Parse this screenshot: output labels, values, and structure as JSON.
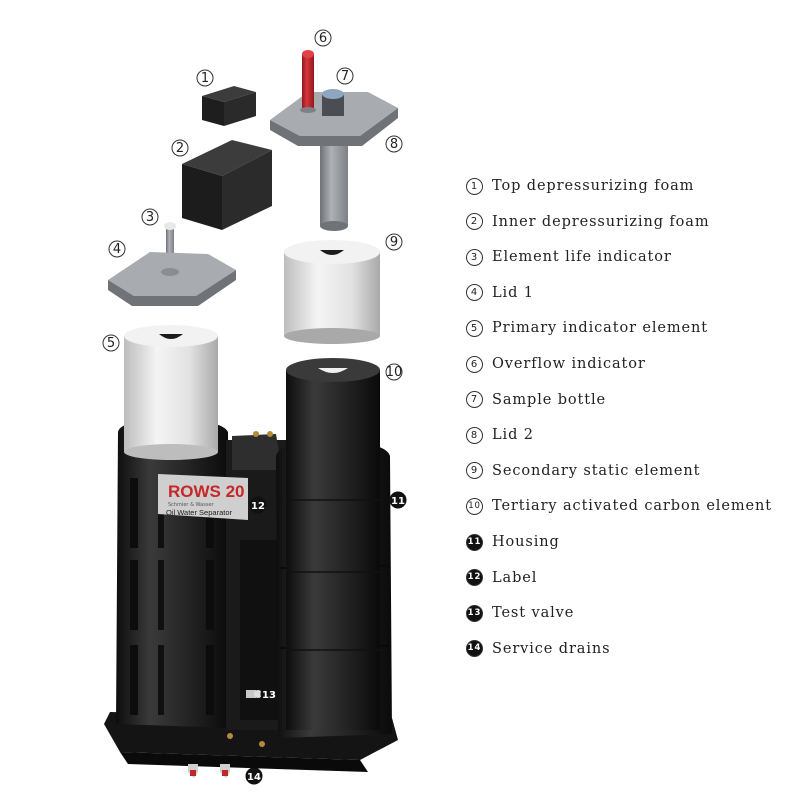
{
  "product_label": {
    "brand": "ROWS 20",
    "fine_print": "Schmier & Wasser",
    "subtitle": "Oil Water Separator"
  },
  "colors": {
    "housing": "#1c1c1c",
    "element_white": "#e8e8e8",
    "lid_gray": "#9a9ea3",
    "foam": "#2a2a2a",
    "overflow_red": "#c0272d",
    "label_red": "#c62828"
  },
  "callouts": [
    {
      "num": "1",
      "filled": false
    },
    {
      "num": "2",
      "filled": false
    },
    {
      "num": "3",
      "filled": false
    },
    {
      "num": "4",
      "filled": false
    },
    {
      "num": "5",
      "filled": false
    },
    {
      "num": "6",
      "filled": false
    },
    {
      "num": "7",
      "filled": false
    },
    {
      "num": "8",
      "filled": false
    },
    {
      "num": "9",
      "filled": false
    },
    {
      "num": "10",
      "filled": false
    },
    {
      "num": "11",
      "filled": true
    },
    {
      "num": "12",
      "filled": true
    },
    {
      "num": "13",
      "filled": true
    },
    {
      "num": "14",
      "filled": true
    }
  ],
  "legend": [
    {
      "num": "1",
      "filled": false,
      "label": "Top depressurizing foam"
    },
    {
      "num": "2",
      "filled": false,
      "label": "Inner depressurizing foam"
    },
    {
      "num": "3",
      "filled": false,
      "label": "Element life indicator"
    },
    {
      "num": "4",
      "filled": false,
      "label": "Lid 1"
    },
    {
      "num": "5",
      "filled": false,
      "label": "Primary indicator element"
    },
    {
      "num": "6",
      "filled": false,
      "label": "Overflow indicator"
    },
    {
      "num": "7",
      "filled": false,
      "label": "Sample bottle"
    },
    {
      "num": "8",
      "filled": false,
      "label": "Lid 2"
    },
    {
      "num": "9",
      "filled": false,
      "label": "Secondary static element"
    },
    {
      "num": "10",
      "filled": false,
      "label": "Tertiary activated carbon element"
    },
    {
      "num": "11",
      "filled": true,
      "label": "Housing"
    },
    {
      "num": "12",
      "filled": true,
      "label": "Label"
    },
    {
      "num": "13",
      "filled": true,
      "label": "Test valve"
    },
    {
      "num": "14",
      "filled": true,
      "label": "Service drains"
    }
  ]
}
